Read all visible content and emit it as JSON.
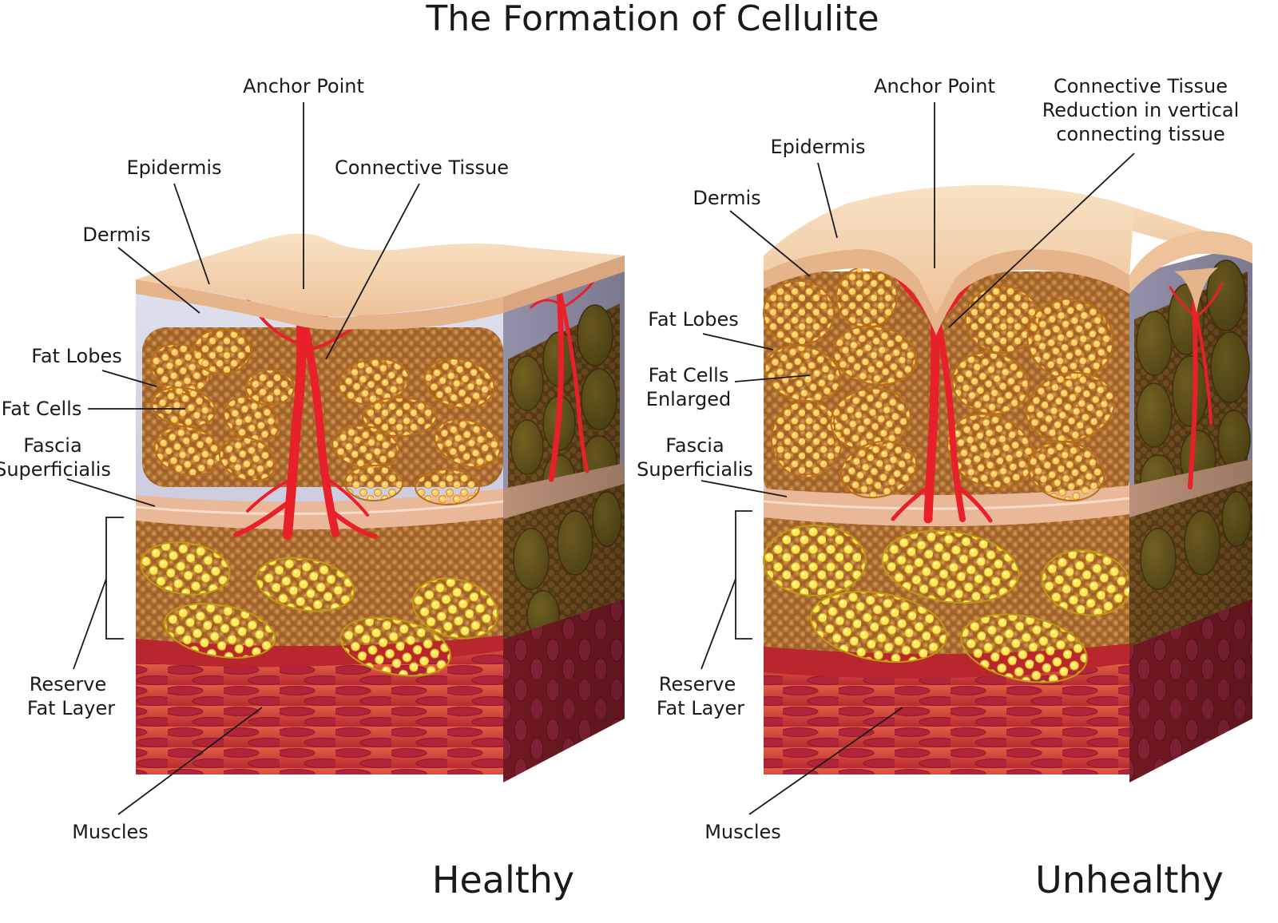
{
  "title": "The Formation of Cellulite",
  "healthy": {
    "caption": "Healthy",
    "labels": {
      "anchor_point": "Anchor Point",
      "epidermis": "Epidermis",
      "connective_tissue": "Connective Tissue",
      "dermis": "Dermis",
      "fat_lobes": "Fat Lobes",
      "fat_cells": "Fat Cells",
      "fascia_1": "Fascia",
      "fascia_2": "Superficialis",
      "reserve_1": "Reserve",
      "reserve_2": "Fat Layer",
      "muscles": "Muscles"
    }
  },
  "unhealthy": {
    "caption": "Unhealthy",
    "labels": {
      "anchor_point": "Anchor Point",
      "connective_1": "Connective Tissue",
      "connective_2": "Reduction in vertical",
      "connective_3": "connecting tissue",
      "epidermis": "Epidermis",
      "dermis": "Dermis",
      "fat_lobes": "Fat Lobes",
      "fat_cells_1": "Fat Cells",
      "fat_cells_2": "Enlarged",
      "fascia_1": "Fascia",
      "fascia_2": "Superficialis",
      "reserve_1": "Reserve",
      "reserve_2": "Fat Layer",
      "muscles": "Muscles"
    }
  },
  "colors": {
    "skin": "#f3d2ab",
    "dermis": "#c6c4dc",
    "connective": "#e8202a",
    "fat_lobe": "#f0a020",
    "fat_bg": "#a8672a",
    "reserve_fat": "#f4d020",
    "muscle": "#c0363d",
    "muscle_cell": "#a51f3e"
  }
}
